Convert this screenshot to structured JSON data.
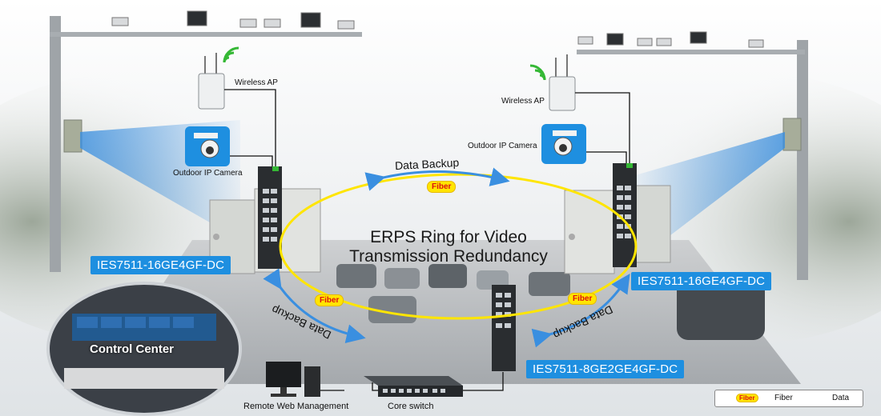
{
  "title": {
    "line1": "ERPS Ring for Video",
    "line2": "Transmission Redundancy"
  },
  "models": {
    "left": "IES7511-16GE4GF-DC",
    "right": "IES7511-16GE4GF-DC",
    "bottom": "IES7511-8GE2GE4GF-DC"
  },
  "labels": {
    "wireless_ap": "Wireless AP",
    "outdoor_camera": "Outdoor IP Camera",
    "control_center": "Control Center",
    "remote_web": "Remote Web Management",
    "core_switch": "Core switch"
  },
  "fiber_tag": "Fiber",
  "data_backup": "Data Backup",
  "legend": {
    "fiber": "Fiber",
    "data": "Data"
  },
  "colors": {
    "accent_blue": "#1e8fe0",
    "fiber_yellow": "#ffe500",
    "wifi_green": "#35b835",
    "data_black": "#111111"
  },
  "icons": [
    "wireless-ap-icon",
    "wifi-signal-icon",
    "ip-camera-icon",
    "switch-icon",
    "cabinet",
    "pole-camera-icon",
    "floodlight-icon",
    "remote-pc-icon",
    "core-switch-icon"
  ]
}
